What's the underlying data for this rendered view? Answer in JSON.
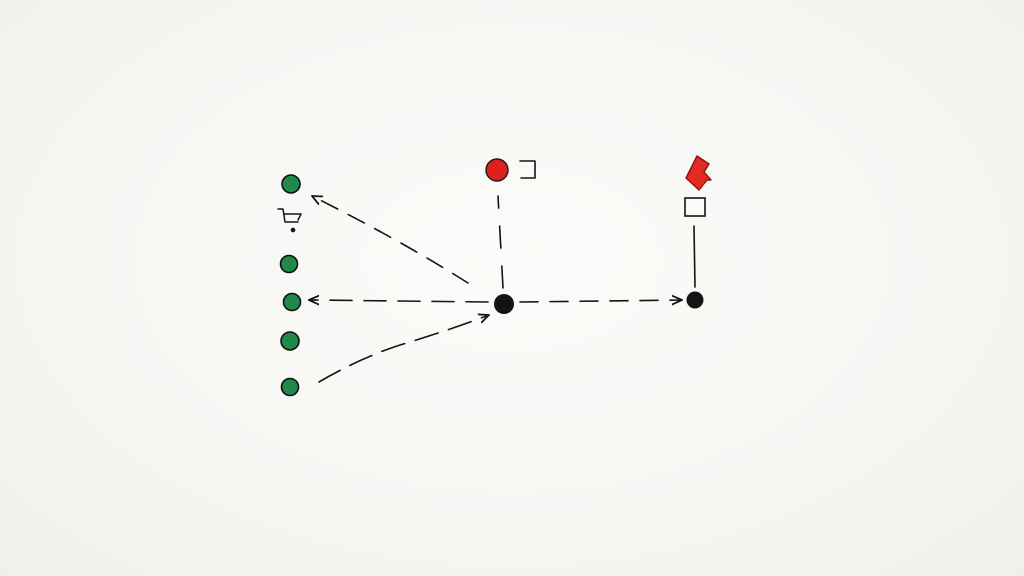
{
  "diagram": {
    "background": "#f7f7f4",
    "colors": {
      "ink": "#141414",
      "green_node": "#1f8a4a",
      "red_node": "#e0201f",
      "bolt": "#e32b24"
    },
    "nodes": [
      {
        "id": "hub",
        "shape": "dot",
        "color": "black"
      },
      {
        "id": "right-hub",
        "shape": "dot",
        "color": "black"
      },
      {
        "id": "red-node",
        "shape": "dot",
        "color": "red",
        "icon": "bracket-icon"
      },
      {
        "id": "alert-node",
        "icon": "lightning-bolt-icon",
        "secondary_icon": "square-icon"
      },
      {
        "id": "green-1",
        "shape": "dot",
        "color": "green"
      },
      {
        "id": "cart",
        "icon": "shopping-cart-icon"
      },
      {
        "id": "green-2",
        "shape": "dot",
        "color": "green"
      },
      {
        "id": "green-3",
        "shape": "dot",
        "color": "green"
      },
      {
        "id": "green-4",
        "shape": "dot",
        "color": "green"
      },
      {
        "id": "green-5",
        "shape": "dot",
        "color": "green"
      }
    ],
    "edges": [
      {
        "from": "hub",
        "to": "green-1",
        "style": "dashed",
        "arrow": "end"
      },
      {
        "from": "hub",
        "to": "green-3",
        "style": "dashed",
        "arrow": "end"
      },
      {
        "from": "green-5",
        "to": "hub",
        "style": "dashed",
        "arrow": "end"
      },
      {
        "from": "hub",
        "to": "right-hub",
        "style": "dashed",
        "arrow": "end"
      },
      {
        "from": "hub",
        "to": "red-node",
        "style": "dashed",
        "arrow": "none"
      },
      {
        "from": "right-hub",
        "to": "alert-node",
        "style": "solid",
        "arrow": "none"
      }
    ]
  }
}
